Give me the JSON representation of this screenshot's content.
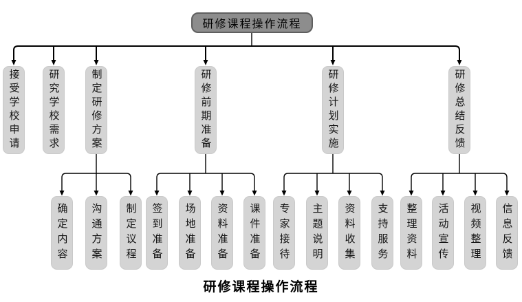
{
  "diagram": {
    "root": "研修课程操作流程",
    "stages": [
      {
        "label": "接受学校申请",
        "children": []
      },
      {
        "label": "研究学校需求",
        "children": []
      },
      {
        "label": "制定研修方案",
        "children": [
          "确定内容",
          "沟通方案",
          "制定议程"
        ]
      },
      {
        "label": "研修前期准备",
        "children": [
          "签到准备",
          "场地准备",
          "资料准备",
          "课件准备"
        ]
      },
      {
        "label": "研修计划实施",
        "children": [
          "专家接待",
          "主题说明",
          "资料收集",
          "支持服务"
        ]
      },
      {
        "label": "研修总结反馈",
        "children": [
          "整理资料",
          "活动宣传",
          "视频整理",
          "信息反馈"
        ]
      }
    ],
    "caption": "研修课程操作流程"
  },
  "colors": {
    "background": "#ffffff",
    "root_fill": "#8d8d8d",
    "root_border": "#5f5f5f",
    "node_fill": "#d4d4d4",
    "node_border": "#c9c9c9",
    "connector": "#000000",
    "text": "#000000"
  }
}
